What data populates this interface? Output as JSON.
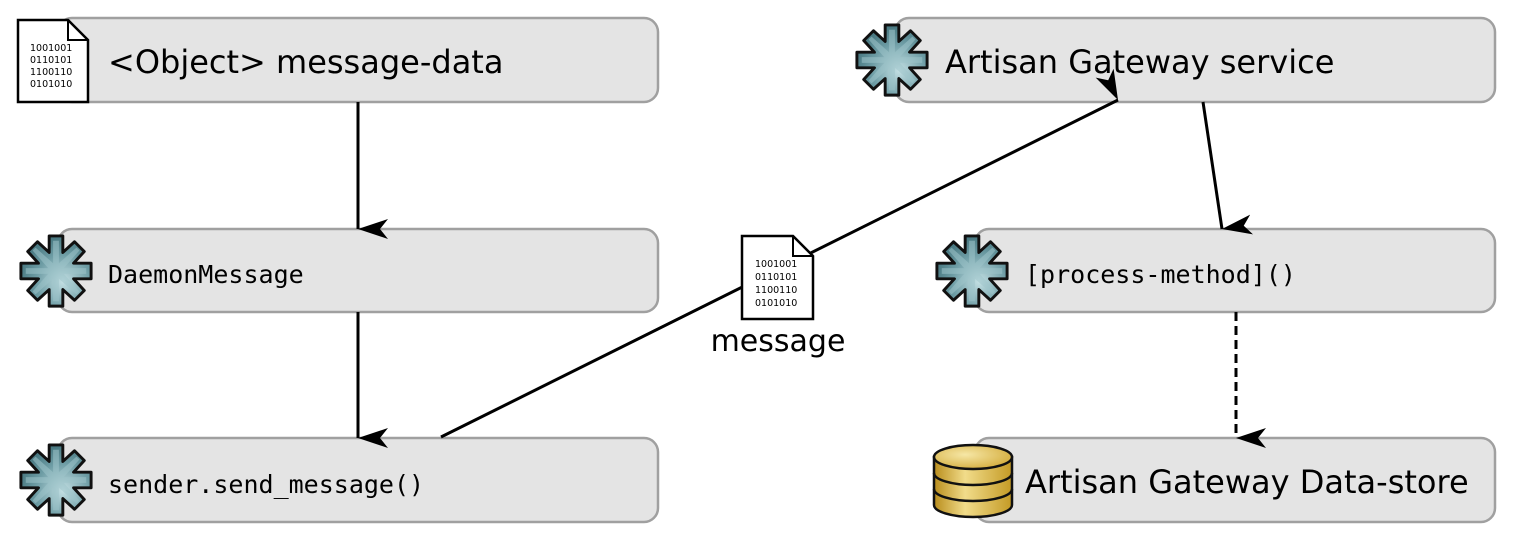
{
  "diagram": {
    "nodes": [
      {
        "id": "object-message-data",
        "label": "<Object> message-data",
        "icon": "binary-document-icon",
        "style": "sans"
      },
      {
        "id": "daemon-message",
        "label": "DaemonMessage",
        "icon": "gear-icon",
        "style": "mono"
      },
      {
        "id": "send-message",
        "label": "sender.send_message()",
        "icon": "gear-icon",
        "style": "mono"
      },
      {
        "id": "gateway-service",
        "label": "Artisan Gateway service",
        "icon": "gear-icon",
        "style": "sans"
      },
      {
        "id": "process-method",
        "label": "[process-method]()",
        "icon": "gear-icon",
        "style": "mono"
      },
      {
        "id": "gateway-datastore",
        "label": "Artisan Gateway Data-store",
        "icon": "database-icon",
        "style": "sans"
      }
    ],
    "edges": [
      {
        "from": "object-message-data",
        "to": "daemon-message",
        "style": "solid"
      },
      {
        "from": "daemon-message",
        "to": "send-message",
        "style": "solid"
      },
      {
        "from": "send-message",
        "to": "gateway-service",
        "style": "solid",
        "label": "message",
        "label_icon": "binary-document-icon"
      },
      {
        "from": "gateway-service",
        "to": "process-method",
        "style": "solid"
      },
      {
        "from": "process-method",
        "to": "gateway-datastore",
        "style": "dashed"
      }
    ],
    "binary_lines": [
      "1001001",
      "0110101",
      "1100110",
      "0101010"
    ],
    "colors": {
      "box_fill": "#e4e4e4",
      "box_stroke": "#a0a0a0",
      "gear_fill": "#5e8f97",
      "gear_light": "#a9cbd0",
      "db_fill": "#d8b446",
      "db_light": "#f3e29a"
    }
  }
}
